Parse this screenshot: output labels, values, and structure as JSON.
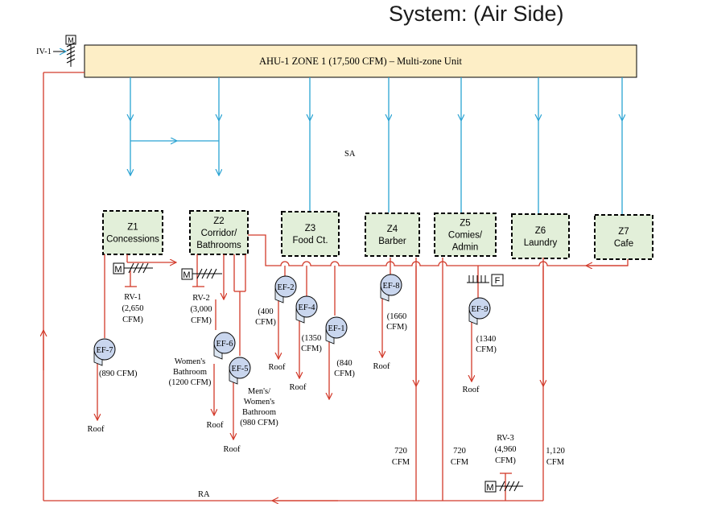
{
  "title": "System: (Air Side)",
  "ahu": {
    "label": "AHU-1 ZONE 1 (17,500 CFM) – Multi-zone Unit"
  },
  "iv_label": "IV-1",
  "motor_label": "M",
  "filter_label": "F",
  "sa_label": "SA",
  "ra_label": "RA",
  "zones": [
    {
      "id": "Z1",
      "lines": [
        "Z1",
        "Concessions"
      ]
    },
    {
      "id": "Z2",
      "lines": [
        "Z2",
        "Corridor/",
        "Bathrooms"
      ]
    },
    {
      "id": "Z3",
      "lines": [
        "Z3",
        "Food Ct."
      ]
    },
    {
      "id": "Z4",
      "lines": [
        "Z4",
        "Barber"
      ]
    },
    {
      "id": "Z5",
      "lines": [
        "Z5",
        "Comies/",
        "Admin"
      ]
    },
    {
      "id": "Z6",
      "lines": [
        "Z6",
        "Laundry"
      ]
    },
    {
      "id": "Z7",
      "lines": [
        "Z7",
        "Cafe"
      ]
    }
  ],
  "relief_valves": [
    {
      "id": "RV-1",
      "lines": [
        "RV-1",
        "(2,650",
        "CFM)"
      ]
    },
    {
      "id": "RV-2",
      "lines": [
        "RV-2",
        "(3,000",
        "CFM)"
      ]
    },
    {
      "id": "RV-3",
      "lines": [
        "RV-3",
        "(4,960",
        "CFM)"
      ]
    }
  ],
  "fans": [
    {
      "id": "EF-7",
      "label": "EF-7",
      "flow": [
        "(890 CFM)"
      ],
      "dest": "Roof"
    },
    {
      "id": "EF-6",
      "label": "EF-6",
      "flow": [
        "Women's",
        "Bathroom",
        "(1200 CFM)"
      ],
      "dest": "Roof"
    },
    {
      "id": "EF-5",
      "label": "EF-5",
      "flow": [
        "Men's/",
        "Women's",
        "Bathroom",
        "(980 CFM)"
      ],
      "dest": "Roof"
    },
    {
      "id": "EF-2",
      "label": "EF-2",
      "flow": [
        "(400",
        "CFM)"
      ],
      "dest": "Roof"
    },
    {
      "id": "EF-4",
      "label": "EF-4",
      "flow": [
        "(1350",
        "CFM)"
      ],
      "dest": "Roof"
    },
    {
      "id": "EF-1",
      "label": "EF-1",
      "flow": [
        "(840",
        "CFM)"
      ],
      "dest": ""
    },
    {
      "id": "EF-8",
      "label": "EF-8",
      "flow": [
        "(1660",
        "CFM)"
      ],
      "dest": "Roof"
    },
    {
      "id": "EF-9",
      "label": "EF-9",
      "flow": [
        "(1340",
        "CFM)"
      ],
      "dest": "Roof"
    }
  ],
  "return_flows": [
    {
      "lines": [
        "720",
        "CFM"
      ]
    },
    {
      "lines": [
        "720",
        "CFM"
      ]
    },
    {
      "lines": [
        "1,120",
        "CFM"
      ]
    }
  ]
}
